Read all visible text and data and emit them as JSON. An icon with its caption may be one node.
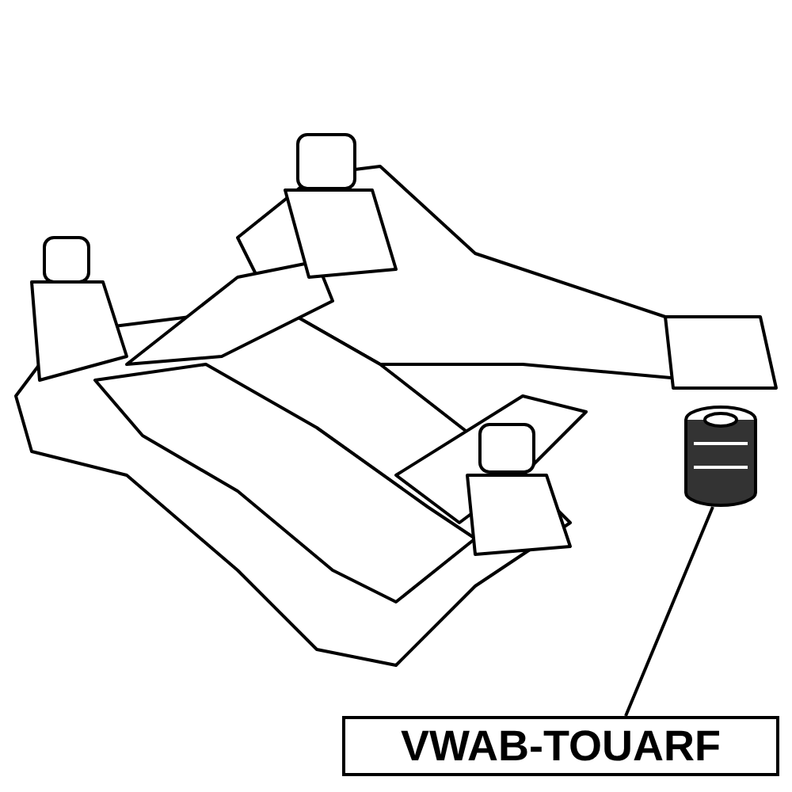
{
  "diagram": {
    "nodes": [
      {
        "text": [
          "VWAB-TOUARF"
        ]
      },
      {
        "text": [],
        "shape": "picture"
      }
    ],
    "edges": [
      {
        "from": 0,
        "to": 1,
        "arrow": "none"
      }
    ]
  }
}
